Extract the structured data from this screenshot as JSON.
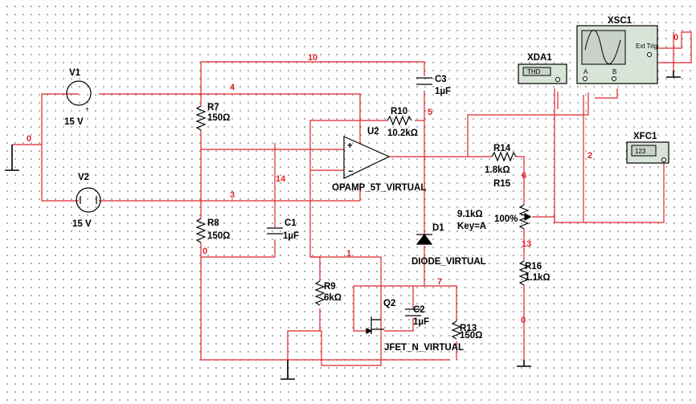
{
  "components": {
    "V1": {
      "ref": "V1",
      "value": "15 V"
    },
    "V2": {
      "ref": "V2",
      "value": "15 V"
    },
    "R7": {
      "ref": "R7",
      "value": "150Ω"
    },
    "R8": {
      "ref": "R8",
      "value": "150Ω"
    },
    "R9": {
      "ref": "R9",
      "value": "6kΩ"
    },
    "R10": {
      "ref": "R10",
      "value": "10.2kΩ"
    },
    "R13": {
      "ref": "R13",
      "value": "150Ω"
    },
    "R14": {
      "ref": "R14",
      "value": "1.8kΩ"
    },
    "R15": {
      "ref": "R15",
      "value": "9.1kΩ",
      "key": "Key=A",
      "percent": "100%"
    },
    "R16": {
      "ref": "R16",
      "value": "1.1kΩ"
    },
    "C1": {
      "ref": "C1",
      "value": "1µF"
    },
    "C2": {
      "ref": "C2",
      "value": "1µF"
    },
    "C3": {
      "ref": "C3",
      "value": "1µF"
    },
    "U2": {
      "ref": "U2",
      "model": "OPAMP_5T_VIRTUAL"
    },
    "D1": {
      "ref": "D1",
      "model": "DIODE_VIRTUAL"
    },
    "Q2": {
      "ref": "Q2",
      "model": "JFET_N_VIRTUAL"
    }
  },
  "instruments": {
    "XSC1": {
      "ref": "XSC1",
      "ext_trig": "Ext Trig",
      "ch_a": "A",
      "ch_b": "B"
    },
    "XDA1": {
      "ref": "XDA1",
      "display": "THD"
    },
    "XFC1": {
      "ref": "XFC1",
      "display": "123"
    }
  },
  "op_pins": {
    "plus": "+",
    "minus": "−"
  },
  "source_polarity": {
    "plus": "+",
    "minus": "−"
  },
  "nets": {
    "n0a": "0",
    "n0b": "0",
    "n0c": "0",
    "n0d": "0",
    "n1": "1",
    "n2": "2",
    "n3": "3",
    "n4": "4",
    "n5": "5",
    "n6": "6",
    "n7": "7",
    "n10": "10",
    "n13": "13",
    "n14": "14"
  },
  "colors": {
    "wire": "#e0242a",
    "component": "#000000",
    "instrument": "#d8e4d8"
  }
}
